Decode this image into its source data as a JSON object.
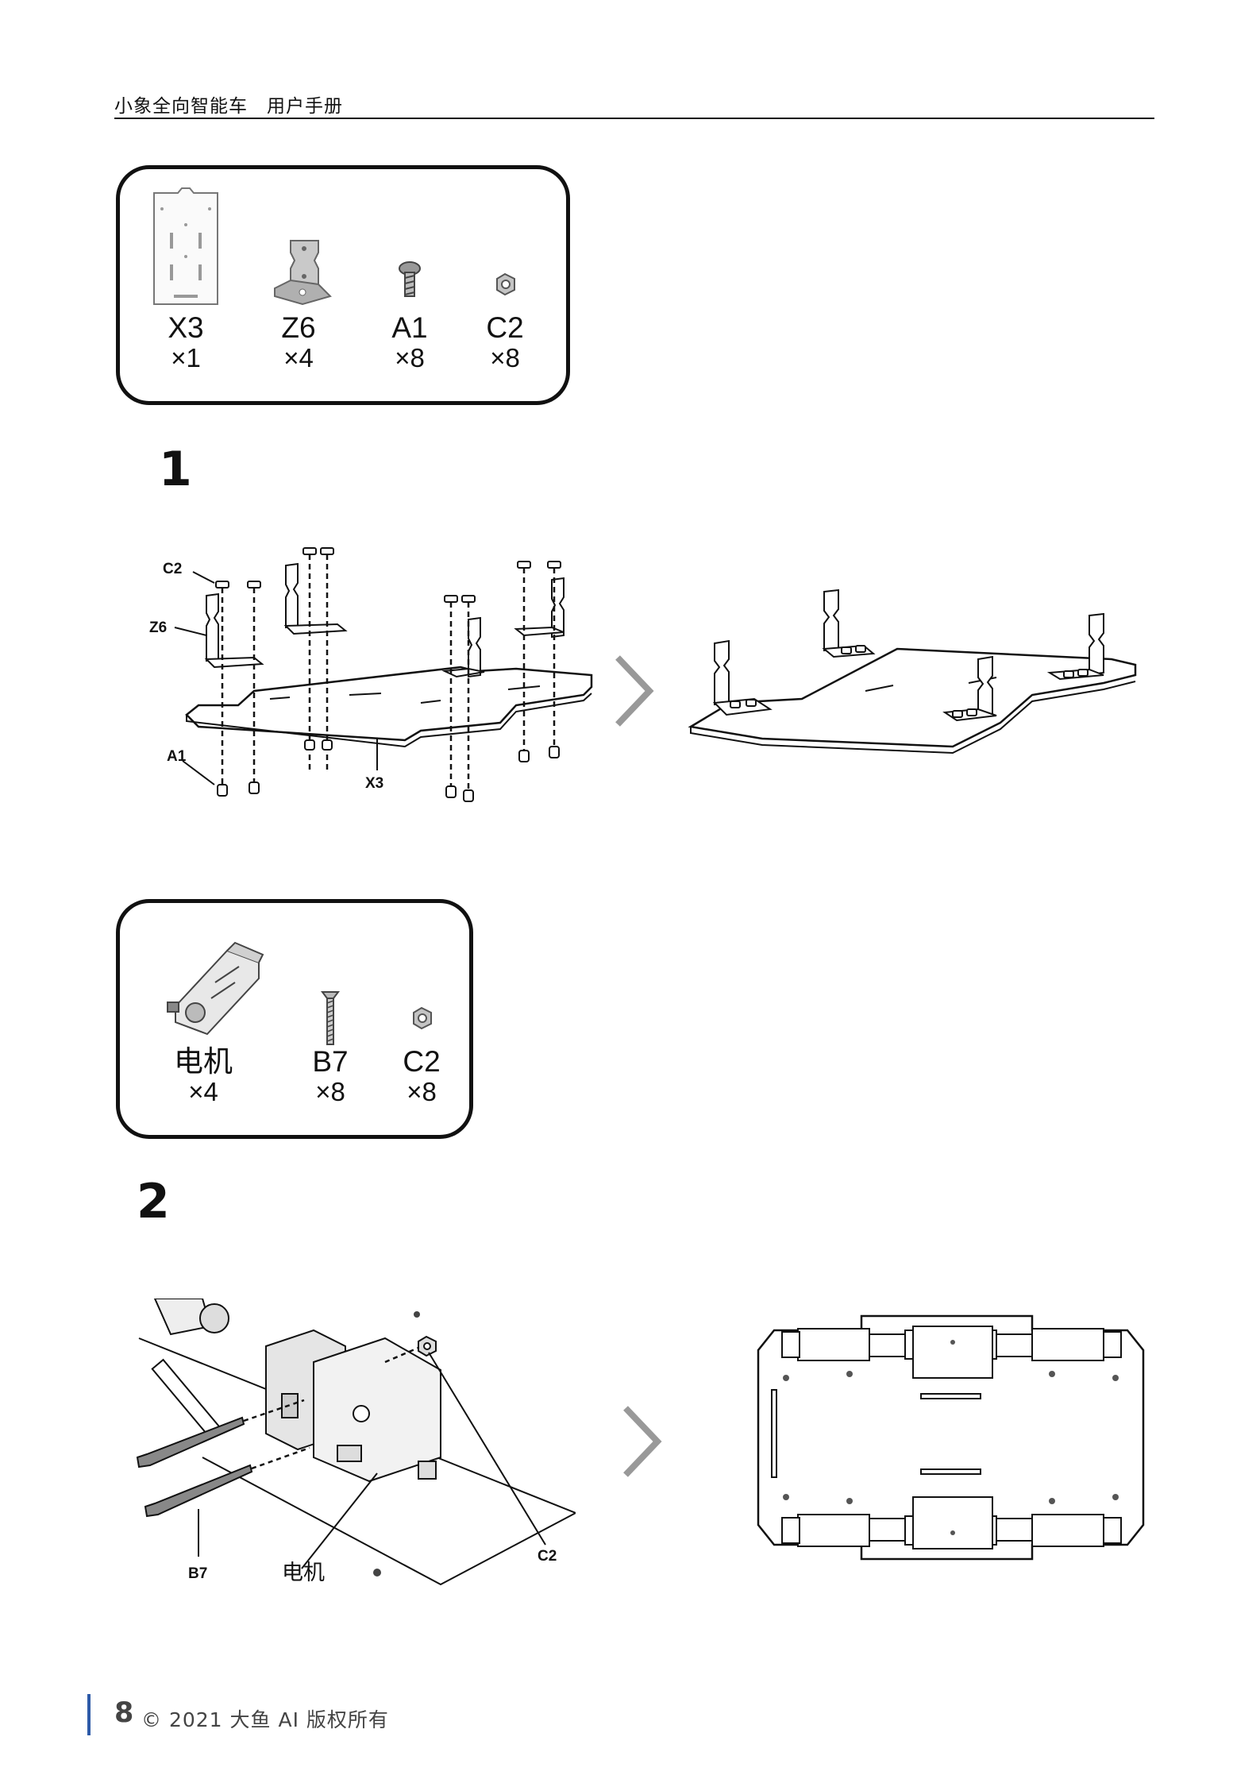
{
  "header": {
    "title": "小象全向智能车　用户手册"
  },
  "parts_box_1": {
    "items": [
      {
        "code": "X3",
        "qty": "×1",
        "icon": "chassis-plate-icon"
      },
      {
        "code": "Z6",
        "qty": "×4",
        "icon": "l-bracket-icon"
      },
      {
        "code": "A1",
        "qty": "×8",
        "icon": "screw-icon"
      },
      {
        "code": "C2",
        "qty": "×8",
        "icon": "hex-nut-icon"
      }
    ]
  },
  "step1": {
    "number": "1",
    "callouts": {
      "c2": "C2",
      "z6": "Z6",
      "a1": "A1",
      "x3": "X3"
    }
  },
  "parts_box_2": {
    "items": [
      {
        "code": "电机",
        "qty": "×4",
        "icon": "motor-icon"
      },
      {
        "code": "B7",
        "qty": "×8",
        "icon": "long-screw-icon"
      },
      {
        "code": "C2",
        "qty": "×8",
        "icon": "hex-nut-icon"
      }
    ]
  },
  "step2": {
    "number": "2",
    "callouts": {
      "b7": "B7",
      "motor": "电机",
      "c2": "C2"
    }
  },
  "footer": {
    "page": "8",
    "copyright": "© 2021 大鱼 AI  版权所有"
  },
  "colors": {
    "accent_bar": "#2d5aa8",
    "ink": "#111111",
    "metal": "#b9b9b9"
  }
}
